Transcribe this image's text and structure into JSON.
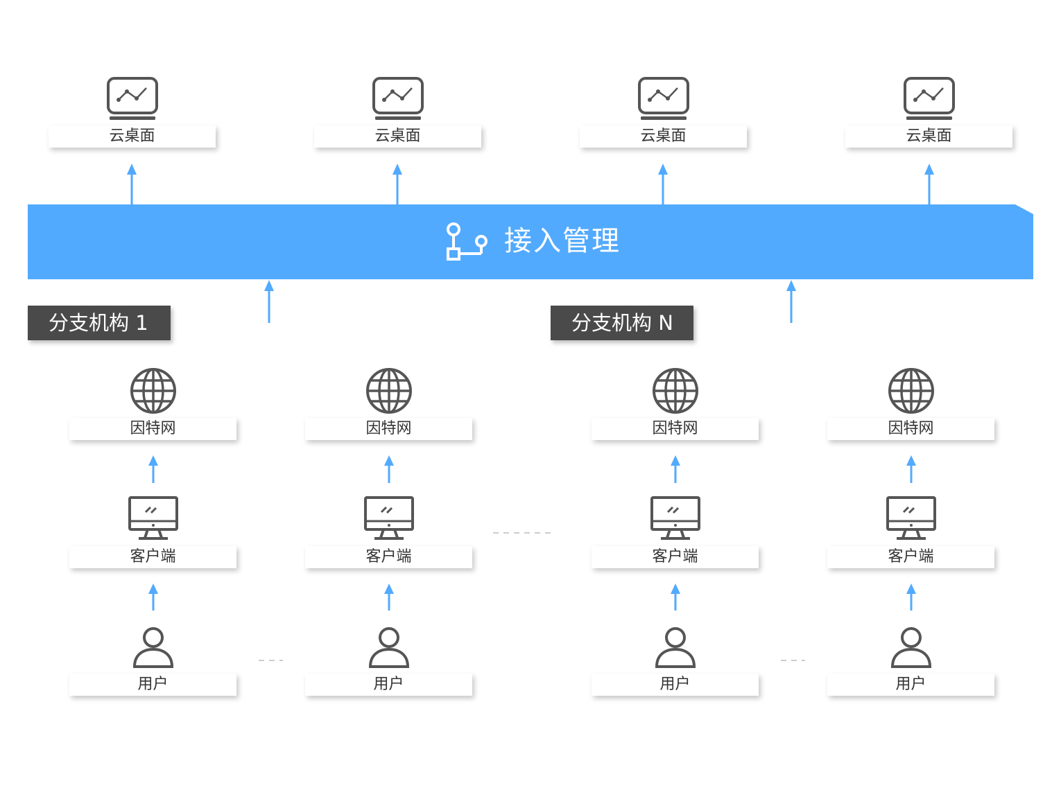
{
  "cloud_desktops": [
    {
      "label": "云桌面"
    },
    {
      "label": "云桌面"
    },
    {
      "label": "云桌面"
    },
    {
      "label": "云桌面"
    }
  ],
  "access_management": {
    "title": "接入管理",
    "icon": "branch-flow-icon"
  },
  "branches": [
    {
      "title": "分支机构 1",
      "columns": [
        {
          "internet": "因特网",
          "client": "客户端",
          "user": "用户"
        },
        {
          "internet": "因特网",
          "client": "客户端",
          "user": "用户"
        }
      ]
    },
    {
      "title": "分支机构 N",
      "columns": [
        {
          "internet": "因特网",
          "client": "客户端",
          "user": "用户"
        },
        {
          "internet": "因特网",
          "client": "客户端",
          "user": "用户"
        }
      ]
    }
  ],
  "icons": {
    "cloud_desktop": "monitor-chart-icon",
    "internet": "globe-icon",
    "client": "desktop-computer-icon",
    "user": "user-icon"
  },
  "colors": {
    "accent": "#52aafe",
    "tab": "#4a4a4a",
    "icon": "#555555"
  }
}
